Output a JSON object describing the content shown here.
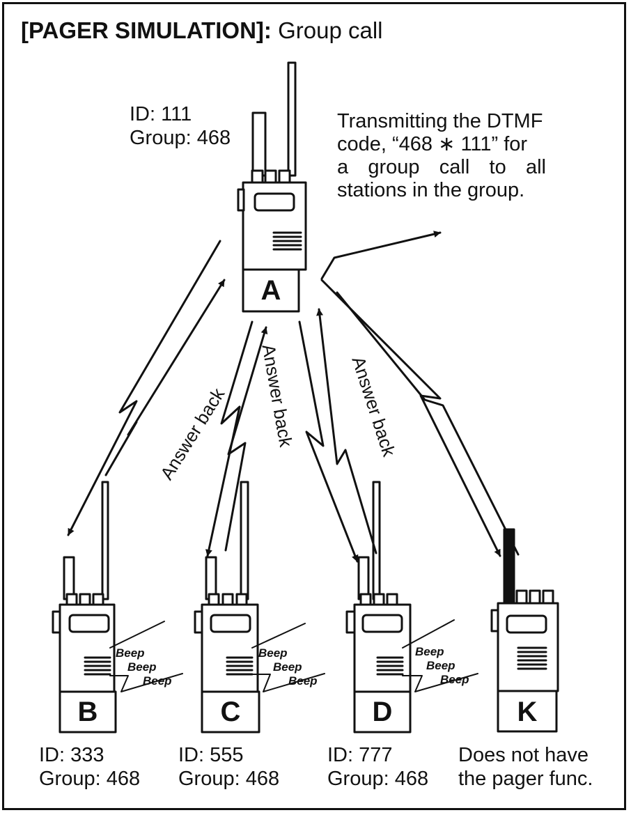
{
  "title": {
    "bold": "[PAGER SIMULATION]:",
    "normal": " Group call"
  },
  "caller": {
    "letter": "A",
    "id": "ID: 111",
    "group": "Group: 468",
    "description_lines": [
      "Transmitting the DTMF",
      "code, “468 ∗ 111” for",
      "a group call to all",
      "stations in the group."
    ]
  },
  "answer_back": "Answer back",
  "beep": "Beep",
  "stations": [
    {
      "letter": "B",
      "line1": "ID: 333",
      "line2": "Group: 468"
    },
    {
      "letter": "C",
      "line1": "ID: 555",
      "line2": "Group: 468"
    },
    {
      "letter": "D",
      "line1": "ID: 777",
      "line2": "Group: 468"
    },
    {
      "letter": "K",
      "line1": "Does not have",
      "line2": "the pager func."
    }
  ],
  "colors": {
    "ink": "#111111",
    "background": "#ffffff"
  }
}
